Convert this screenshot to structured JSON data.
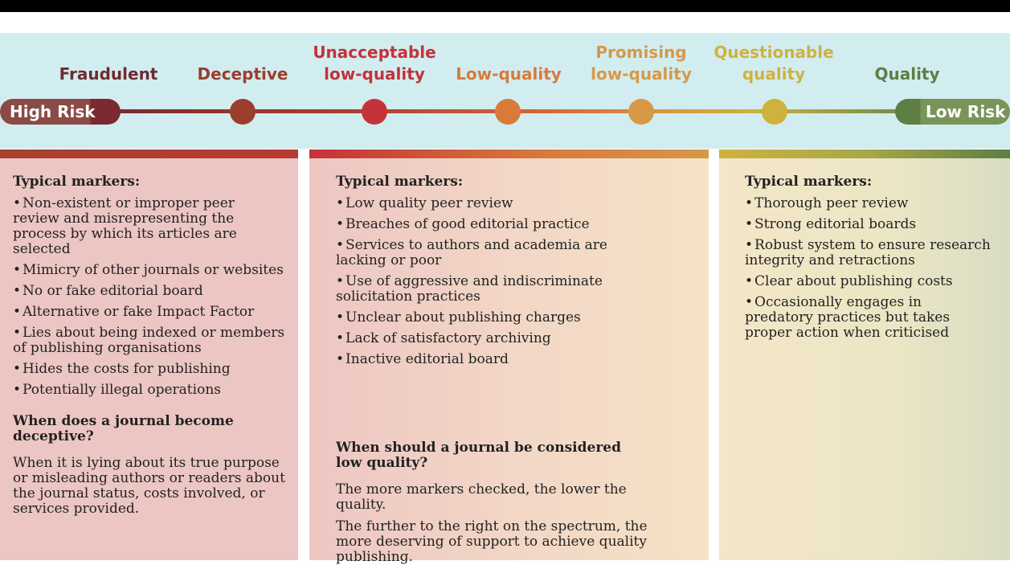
{
  "spectrum": {
    "start_label": "High Risk",
    "end_label": "Low Risk",
    "categories": [
      {
        "label_line1": "Fraudulent",
        "label_line2": "",
        "color": "#6e2a30"
      },
      {
        "label_line1": "Deceptive",
        "label_line2": "",
        "color": "#9a3e2e"
      },
      {
        "label_line1": "Unacceptable",
        "label_line2": "low-quality",
        "color": "#c4323a"
      },
      {
        "label_line1": "Low-quality",
        "label_line2": "",
        "color": "#d97a3a"
      },
      {
        "label_line1": "Promising",
        "label_line2": "low-quality",
        "color": "#d79848"
      },
      {
        "label_line1": "Questionable",
        "label_line2": "quality",
        "color": "#cfb23e"
      },
      {
        "label_line1": "Quality",
        "label_line2": "",
        "color": "#5e7e45"
      }
    ]
  },
  "columns": [
    {
      "heading": "Typical markers:",
      "markers": [
        "Non-existent or improper peer review and misrepresenting the process by which its articles are selected",
        "Mimicry of other journals or websites",
        "No or fake editorial board",
        "Alternative or fake Impact Factor",
        "Lies about being indexed or members of publishing organisations",
        "Hides the costs for publishing",
        "Potentially illegal operations"
      ],
      "question": "When does a journal become deceptive?",
      "answers": [
        "When it is lying about its true purpose or misleading authors or readers about the journal status, costs involved, or services provided."
      ]
    },
    {
      "heading": "Typical markers:",
      "markers": [
        "Low quality peer review",
        "Breaches of good editorial practice",
        "Services to authors and academia are lacking or poor",
        "Use of aggressive and indiscriminate solicitation practices",
        "Unclear about publishing charges",
        "Lack of satisfactory archiving",
        "Inactive editorial board"
      ],
      "question": "When should a journal be considered low quality?",
      "answers": [
        "The more markers checked, the lower the quality.",
        "The further to the right on the spectrum, the more deserving of support to achieve quality publishing."
      ]
    },
    {
      "heading": "Typical markers:",
      "markers": [
        "Thorough peer review",
        "Strong editorial boards",
        "Robust system to ensure research integrity and retractions",
        "Clear about publishing costs",
        "Occasionally engages in predatory practices but takes proper action when criticised"
      ]
    }
  ]
}
